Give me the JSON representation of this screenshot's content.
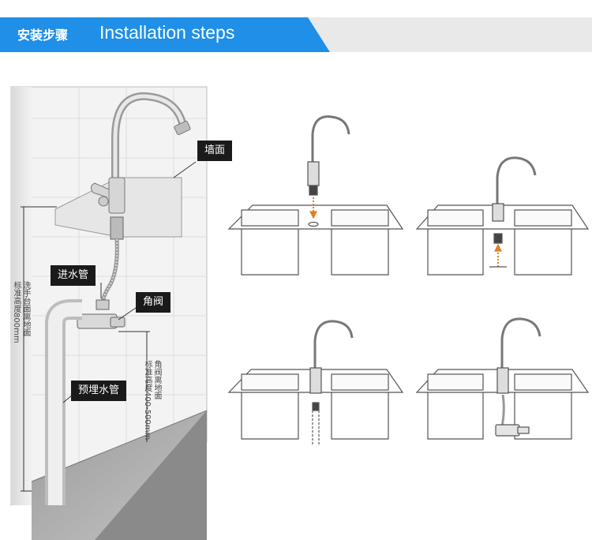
{
  "header": {
    "title_cn": "安装步骤",
    "title_en": "Installation steps",
    "colors": {
      "accent": "#1f8fe8",
      "band": "#e8e8e8"
    }
  },
  "left_diagram": {
    "labels": {
      "wall": "墙面",
      "inlet_pipe": "进水管",
      "angle_valve": "角阀",
      "embedded_pipe": "预埋水管"
    },
    "dimensions": {
      "basin_height": [
        "洗手台面离地面",
        "标准高度800mm"
      ],
      "valve_height": [
        "角阀离地面",
        "标准高度400-500mm"
      ]
    }
  }
}
